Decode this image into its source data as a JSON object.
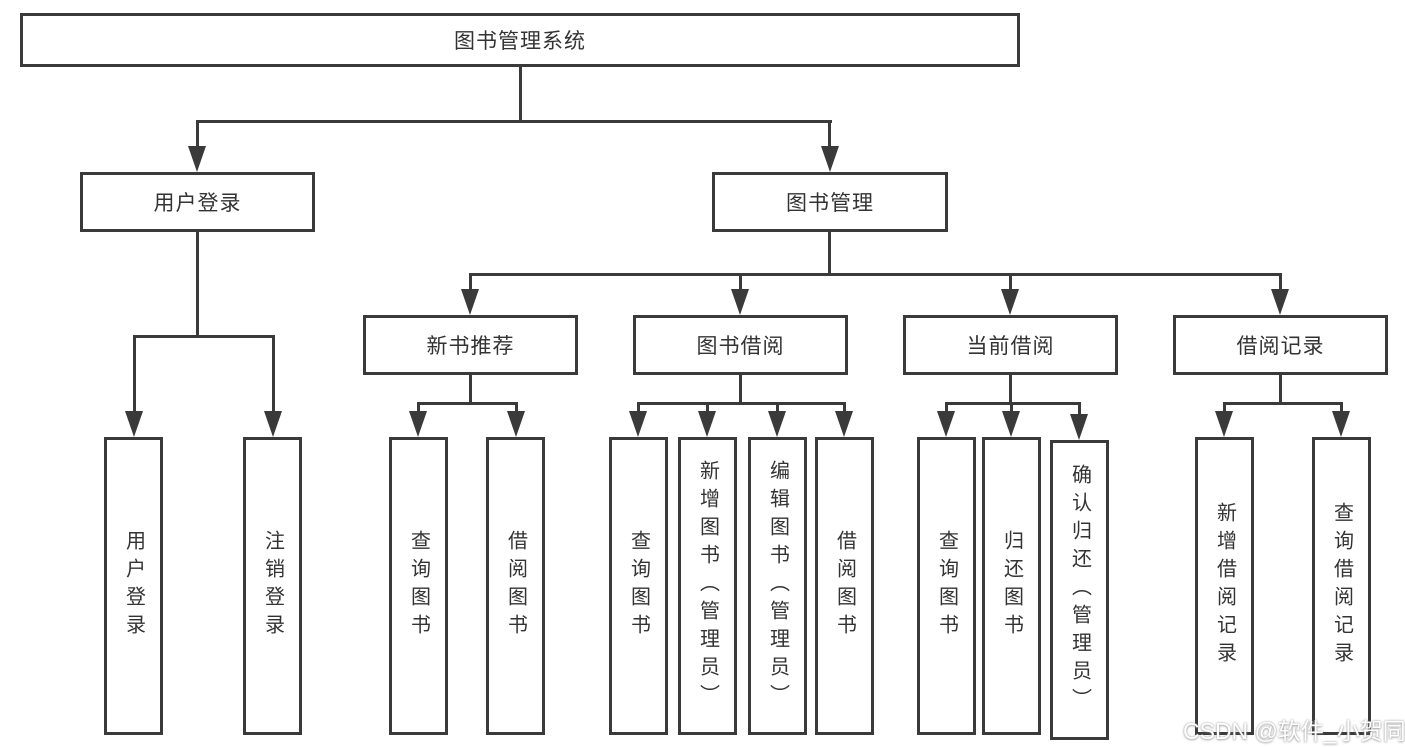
{
  "tree": {
    "root": "图书管理系统",
    "children": [
      {
        "label": "用户登录",
        "children": [
          "用户登录",
          "注销登录"
        ]
      },
      {
        "label": "图书管理",
        "children": [
          {
            "label": "新书推荐",
            "children": [
              "查询图书",
              "借阅图书"
            ]
          },
          {
            "label": "图书借阅",
            "children": [
              "查询图书",
              "新增图书（管理员）",
              "编辑图书（管理员）",
              "借阅图书"
            ]
          },
          {
            "label": "当前借阅",
            "children": [
              "查询图书",
              "归还图书",
              "确认归还（管理员）"
            ]
          },
          {
            "label": "借阅记录",
            "children": [
              "新增借阅记录",
              "查询借阅记录"
            ]
          }
        ]
      }
    ]
  },
  "watermark": {
    "text": "CSDN @软件_小贺同学"
  },
  "colors": {
    "line": "#3a3a3a",
    "text": "#333333",
    "background": "#ffffff",
    "watermark": "#ffffff"
  }
}
